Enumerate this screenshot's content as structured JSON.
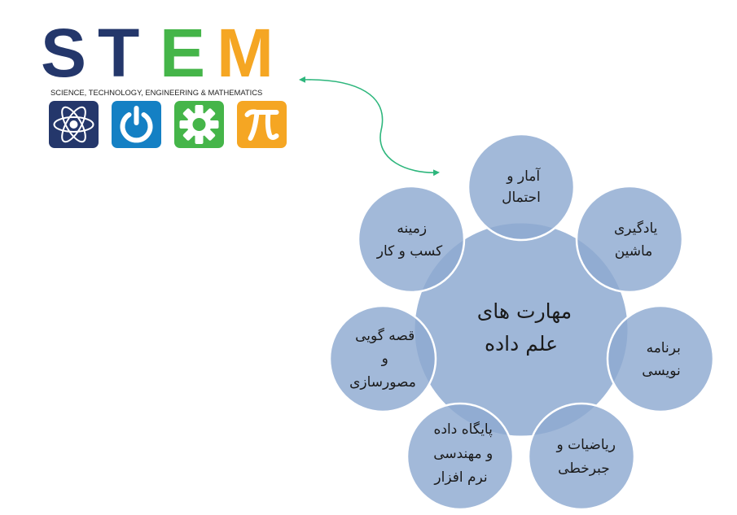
{
  "logo": {
    "letters": [
      {
        "char": "S",
        "color": "#24376b"
      },
      {
        "char": "T",
        "color": "#24376b"
      },
      {
        "char": "E",
        "color": "#45b549"
      },
      {
        "char": "M",
        "color": "#f5a623"
      }
    ],
    "tagline": "SCIENCE, TECHNOLOGY, ENGINEERING & MATHEMATICS",
    "icons": [
      {
        "name": "atom-icon",
        "color": "#24376b"
      },
      {
        "name": "power-icon",
        "color": "#1480c4"
      },
      {
        "name": "gear-icon",
        "color": "#45b549"
      },
      {
        "name": "pi-icon",
        "color": "#f5a623"
      }
    ]
  },
  "connector": {
    "color": "#2db67c"
  },
  "diagram": {
    "center": {
      "lines": [
        "مهارت های",
        "علم داده"
      ]
    },
    "nodes": [
      {
        "id": "stats",
        "lines": [
          "آمار و",
          "احتمال"
        ]
      },
      {
        "id": "ml",
        "lines": [
          "یادگیری",
          "ماشین"
        ]
      },
      {
        "id": "programming",
        "lines": [
          "برنامه",
          "نویسی"
        ]
      },
      {
        "id": "math",
        "lines": [
          "ریاضیات و",
          "جبرخطی"
        ]
      },
      {
        "id": "database",
        "lines": [
          "پایگاه داده",
          "و مهندسی",
          "نرم افزار"
        ]
      },
      {
        "id": "storytelling",
        "lines": [
          "قصه گویی",
          "و",
          "مصورسازی"
        ]
      },
      {
        "id": "business",
        "lines": [
          "زمینه",
          "کسب و کار"
        ]
      }
    ],
    "colors": {
      "fill": "#8eaad1",
      "stroke": "#ffffff"
    }
  }
}
